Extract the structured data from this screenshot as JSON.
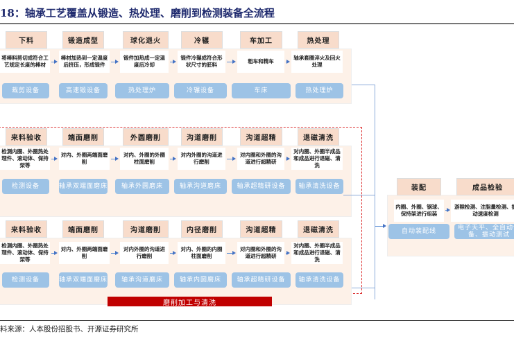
{
  "title": "18：轴承工艺覆盖从锻造、热处理、磨削到检测装备全流程",
  "rows": [
    {
      "steps": [
        {
          "tab": "下料",
          "desc": "将棒料剪切成符合工艺规定长度的棒材",
          "equip": "裁剪设备"
        },
        {
          "tab": "锻造成型",
          "desc": "棒材加热到一定温度后挤压，形成锻件",
          "equip": "高速锻设备"
        },
        {
          "tab": "球化退火",
          "desc": "锻件加热成一定温度后冷却",
          "equip": "热处理炉"
        },
        {
          "tab": "冷辗",
          "desc": "锻件冷辗成符合形状尺寸的胚料",
          "equip": "冷辗设备"
        },
        {
          "tab": "车加工",
          "desc": "粗车和精车",
          "equip": "车床"
        },
        {
          "tab": "热处理",
          "desc": "轴承套圈淬火及回火处理",
          "equip": "热处理炉"
        }
      ]
    },
    {
      "steps": [
        {
          "tab": "来料验收",
          "desc": "检测内圈、外圈热处理件、滚动体、保持架等",
          "equip": "检测设备"
        },
        {
          "tab": "端面磨削",
          "desc": "对内、外圈两端面磨削",
          "equip": "轴承双端面磨床"
        },
        {
          "tab": "外圆磨削",
          "desc": "对内、外圈的外圈柱面磨削",
          "equip": "轴承外圆磨床"
        },
        {
          "tab": "沟道磨削",
          "desc": "对内外圈的沟道进行磨削",
          "equip": "轴承沟道磨床"
        },
        {
          "tab": "沟道超精",
          "desc": "对内圈和外圈的沟道进行超精研",
          "equip": "轴承超精研设备"
        },
        {
          "tab": "退磁清洗",
          "desc": "对内圈、外圈半成品和成品进行退磁、清洗",
          "equip": "轴承清洗设备"
        }
      ]
    },
    {
      "steps": [
        {
          "tab": "来料验收",
          "desc": "检测内圈、外圈热处理件、滚动体、保持架等",
          "equip": "检测设备"
        },
        {
          "tab": "端面磨削",
          "desc": "对内、外圈两端面磨削",
          "equip": "轴承双端面磨床"
        },
        {
          "tab": "沟道磨削",
          "desc": "对内外圈的沟道进行磨削",
          "equip": "轴承沟道磨床"
        },
        {
          "tab": "内径磨削",
          "desc": "对内、外圈的内圈柱面磨削",
          "equip": "轴承内圆磨床"
        },
        {
          "tab": "沟道超精",
          "desc": "对内圈和外圈的沟道进行超精研",
          "equip": "轴承超精研设备"
        },
        {
          "tab": "退磁清洗",
          "desc": "对内圈、外圈半成品和成品进行退磁、清洗",
          "equip": "轴承清洗设备"
        }
      ]
    }
  ],
  "final": [
    {
      "tab": "装配",
      "desc": "内圈、外圈、钢球、保持架进行组装",
      "equip": "自动装配线"
    },
    {
      "tab": "成品检验",
      "desc": "游隙检测、注脂量检测、振动速度检测",
      "equip": "电子天平、全自动设备、振动测试"
    }
  ],
  "grinding_label": "磨削加工与清洗",
  "source": "料来源：人本股份招股书、开源证券研究所",
  "colors": {
    "title": "#1f2a6e",
    "tab": "#f8dccb",
    "equip": "#9dc3e6",
    "red": "#c00000"
  }
}
